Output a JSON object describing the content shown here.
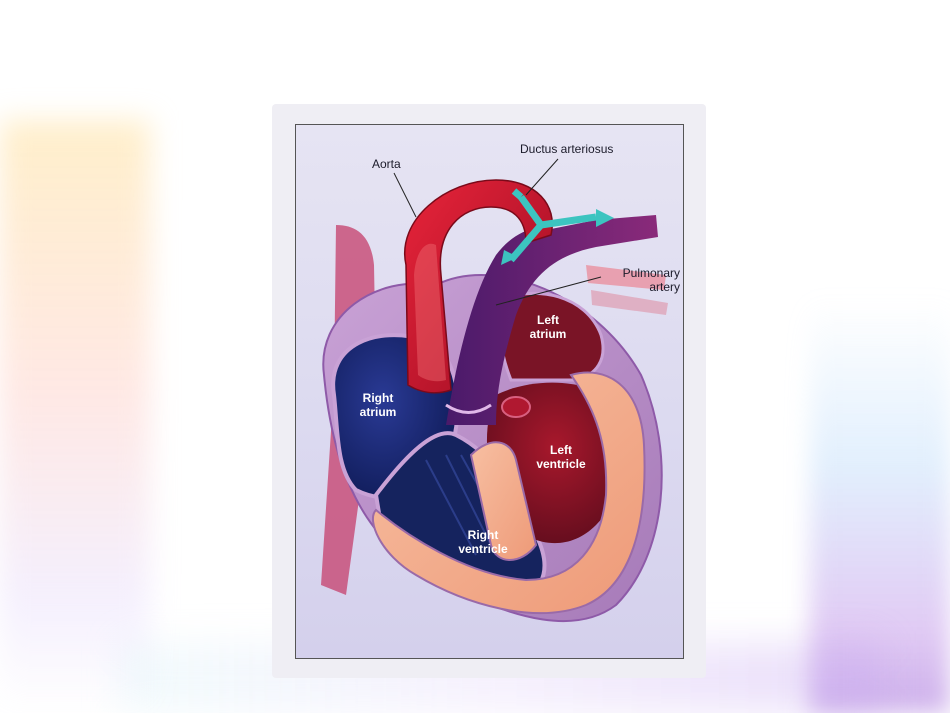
{
  "labels": {
    "aorta": "Aorta",
    "ductus_arteriosus": "Ductus arteriosus",
    "pulmonary_artery_line1": "Pulmonary",
    "pulmonary_artery_line2": "artery",
    "left_atrium_line1": "Left",
    "left_atrium_line2": "atrium",
    "right_atrium_line1": "Right",
    "right_atrium_line2": "atrium",
    "left_ventricle_line1": "Left",
    "left_ventricle_line2": "ventricle",
    "right_ventricle_line1": "Right",
    "right_ventricle_line2": "ventricle"
  },
  "colors": {
    "aorta": "#c8102e",
    "pulmonary": "#6a1f6e",
    "ductus_arrow": "#3cc4c0",
    "right_chamber": "#1a2a78",
    "left_chamber": "#8a1424",
    "myocardium": "#f2a886",
    "background_panel": "#e2e0f2"
  }
}
